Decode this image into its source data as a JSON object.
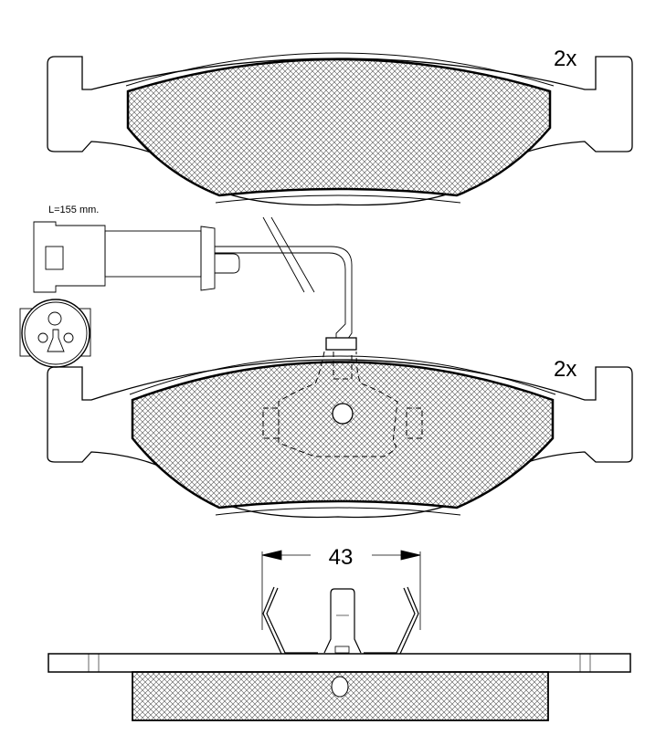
{
  "drawing": {
    "top_pad_quantity": "2x",
    "bottom_pad_quantity": "2x",
    "sensor_length_label": "L=155 mm.",
    "clip_width_dimension": "43"
  },
  "colors": {
    "line": "#000000",
    "hatch": "#555555",
    "background": "#ffffff"
  }
}
